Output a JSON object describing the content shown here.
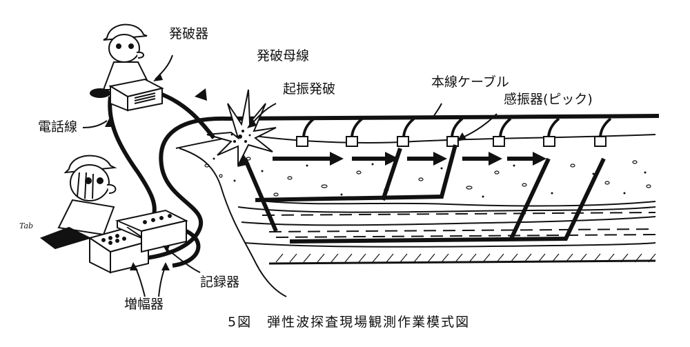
{
  "labels": {
    "hassaki": "発破器",
    "hassa_boosen": "発破母線",
    "kishin_happa": "起振発破",
    "honsen_cable": "本線ケーブル",
    "kanshinki": "感振器(ピック)",
    "denwasen": "電話線",
    "kirokuki": "記録器",
    "zoufukuki": "増幅器",
    "signature": "Tab"
  },
  "caption": {
    "number": "5図",
    "text": "弾性波探査現場観測作業模式図"
  },
  "colors": {
    "ink": "#111111",
    "paper": "#ffffff"
  }
}
